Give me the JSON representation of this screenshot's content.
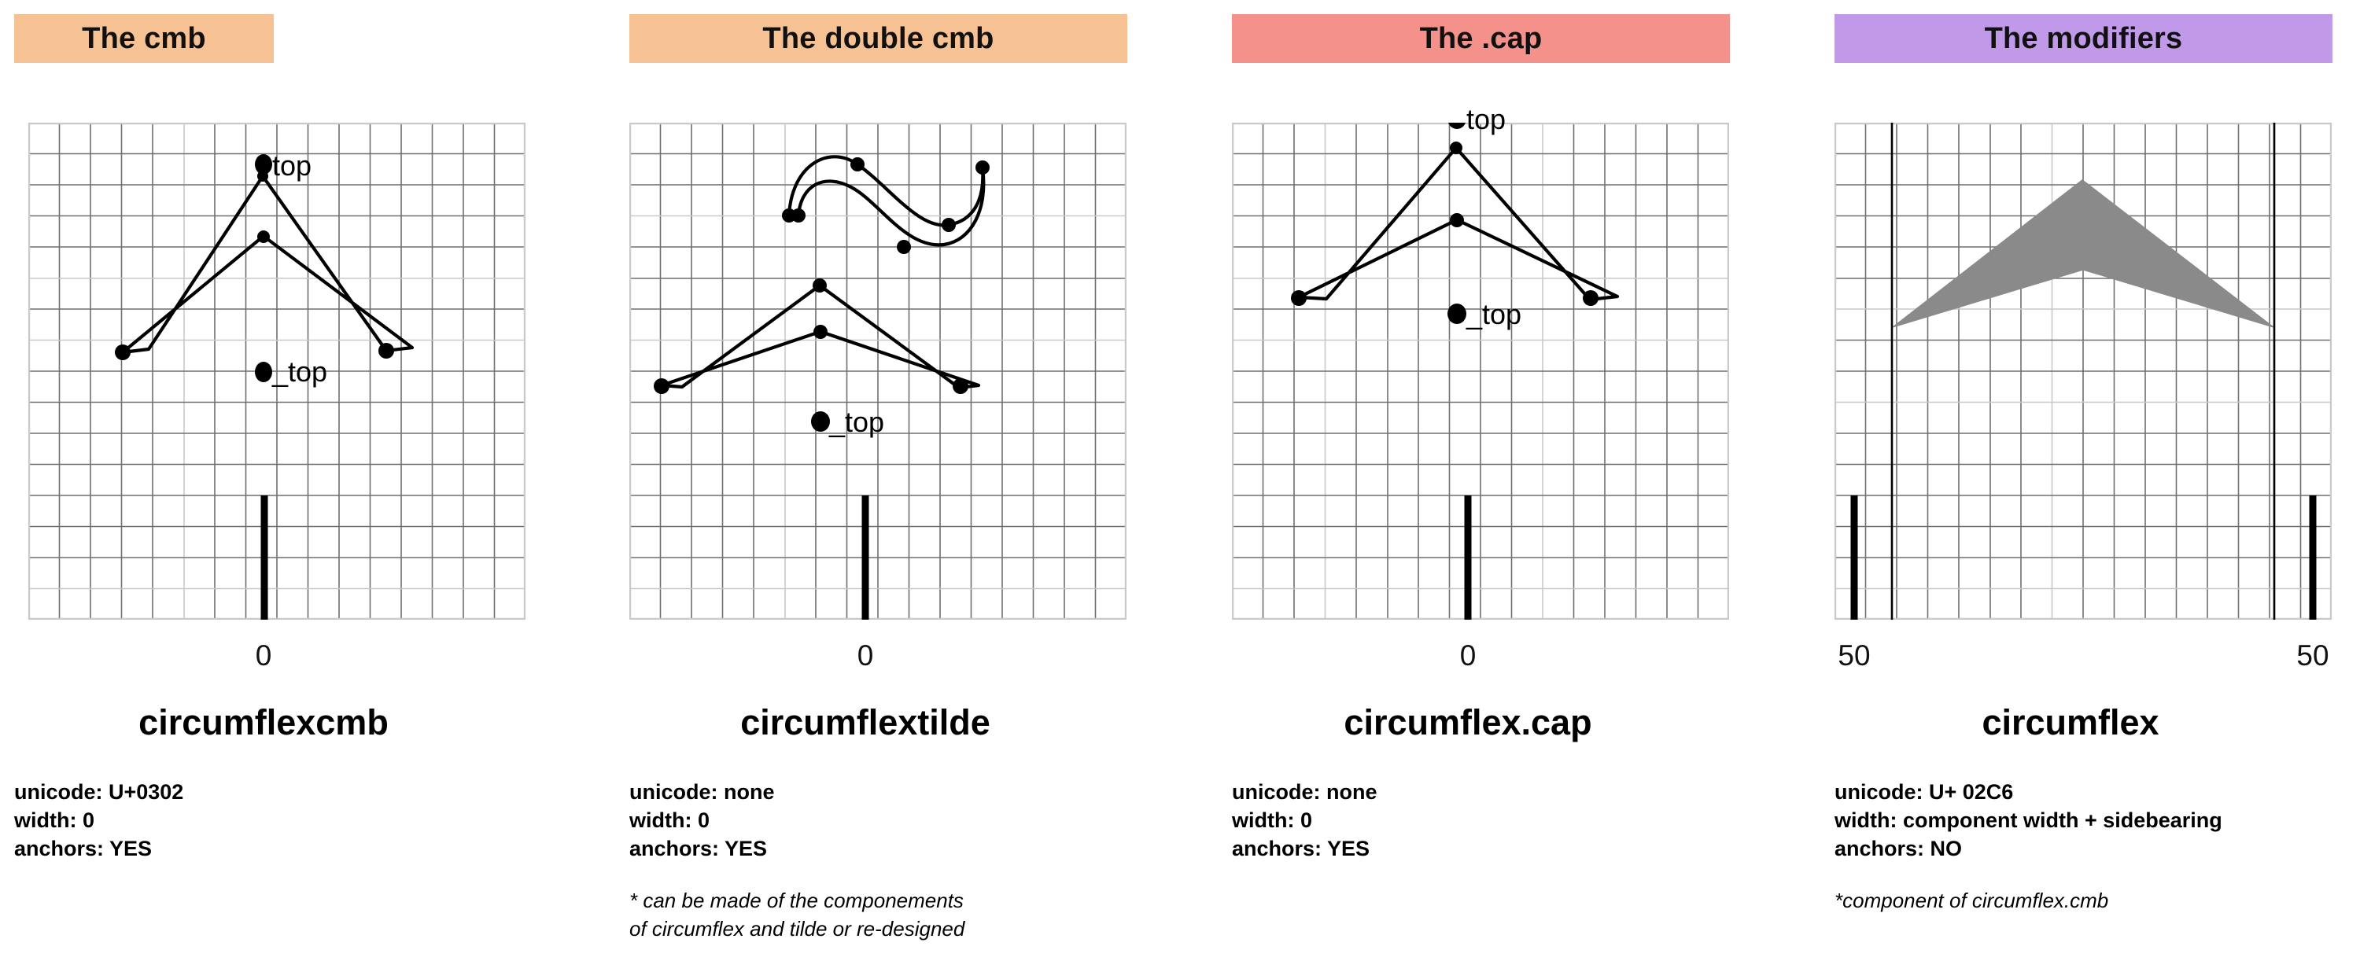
{
  "page": {
    "background": "#ffffff",
    "columns": [
      {
        "id": "cmb",
        "header": {
          "label": "The cmb",
          "color": "#F7C293"
        },
        "glyph_name": "circumflexcmb",
        "origin_label": "0",
        "anchors": [
          {
            "name": "top",
            "label": "top"
          },
          {
            "name": "_top",
            "label": "_top"
          }
        ],
        "spec": {
          "unicode": "unicode: U+0302",
          "width": "width: 0",
          "anchors": "anchors: YES"
        },
        "note": []
      },
      {
        "id": "double-cmb",
        "header": {
          "label": "The double cmb",
          "color": "#F7C293"
        },
        "glyph_name": "circumflextilde",
        "origin_label": "0",
        "anchors": [
          {
            "name": "_top",
            "label": "_top"
          }
        ],
        "spec": {
          "unicode": "unicode: none",
          "width": "width: 0",
          "anchors": "anchors: YES"
        },
        "note": [
          "* can be made of the componements",
          "of circumflex and tilde or re-designed"
        ]
      },
      {
        "id": "cap",
        "header": {
          "label": "The .cap",
          "color": "#F3918A"
        },
        "glyph_name": "circumflex.cap",
        "origin_label": "0",
        "anchors": [
          {
            "name": "top",
            "label": "top"
          },
          {
            "name": "_top",
            "label": "_top"
          }
        ],
        "spec": {
          "unicode": "unicode: none",
          "width": "width: 0",
          "anchors": "anchors: YES"
        },
        "note": []
      },
      {
        "id": "modifiers",
        "header": {
          "label": "The modifiers",
          "color": "#C09AE8"
        },
        "glyph_name": "circumflex",
        "sidebearing_labels": [
          "50",
          "50"
        ],
        "anchors": [],
        "spec": {
          "unicode": "unicode: U+ 02C6",
          "width": "width: component width + sidebearing",
          "anchors": "anchors: NO"
        },
        "note": [
          "*component of circumflex.cmb"
        ]
      }
    ],
    "colors": {
      "grid_major": "#6f6f6f",
      "grid_minor": "#c9c9c9",
      "outline": "#000000",
      "filled_glyph": "#8a8a8a",
      "text": "#000000"
    }
  }
}
